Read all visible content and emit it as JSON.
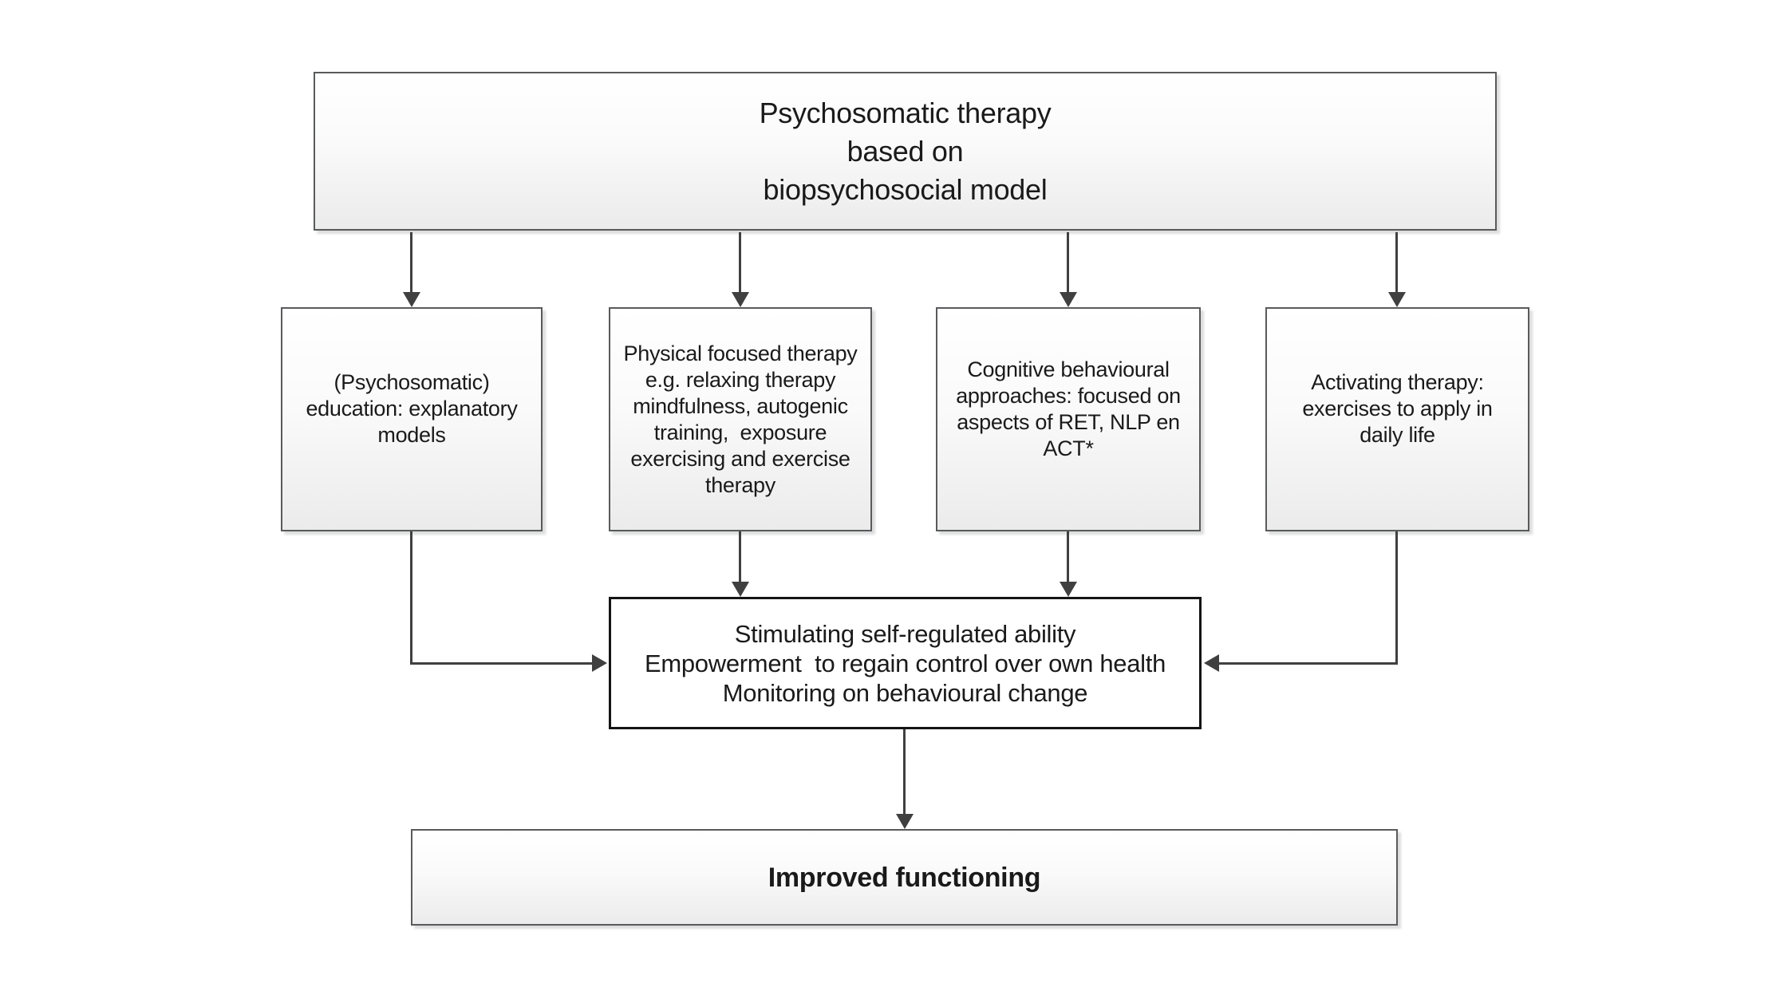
{
  "diagram": {
    "title_box": {
      "lines": [
        "Psychosomatic therapy",
        "based on",
        "biopsychosocial model"
      ]
    },
    "branch_boxes": [
      {
        "name": "psychosomatic-education",
        "lines": [
          "(Psychosomatic)",
          "education: explanatory",
          "models"
        ]
      },
      {
        "name": "physical-focused-therapy",
        "lines": [
          "Physical focused therapy",
          "e.g. relaxing therapy",
          "mindfulness, autogenic",
          "training,  exposure",
          "exercising and exercise",
          "therapy"
        ]
      },
      {
        "name": "cognitive-behavioural-approaches",
        "lines": [
          "Cognitive behavioural",
          "approaches: focused on",
          "aspects of RET, NLP en",
          "ACT*"
        ]
      },
      {
        "name": "activating-therapy",
        "lines": [
          "Activating therapy:",
          "exercises to apply in",
          "daily life"
        ]
      }
    ],
    "outcome_box": {
      "lines": [
        "Stimulating self-regulated ability",
        "Empowerment  to regain control over own health",
        "Monitoring on behavioural change"
      ]
    },
    "result_box": {
      "text": "Improved functioning"
    },
    "colors": {
      "node_border": "#595a5c",
      "emphasis_border": "#141414",
      "connector": "#404040",
      "node_fill_bottom": "#ebebeb"
    }
  }
}
